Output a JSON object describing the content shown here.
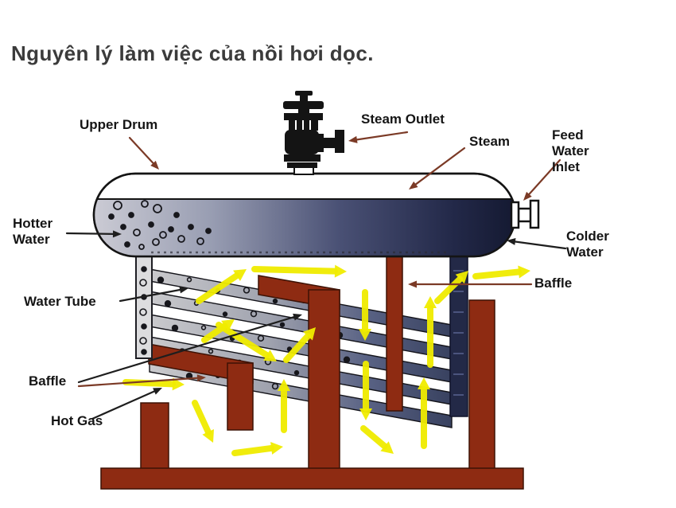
{
  "title": "Nguyên lý làm việc của nồi hơi dọc.",
  "diagram": {
    "labels": {
      "upper_drum": "Upper Drum",
      "steam_outlet": "Steam Outlet",
      "steam": "Steam",
      "feed_water_inlet": "Feed Water Inlet",
      "hotter_water": "Hotter Water",
      "colder_water": "Colder Water",
      "water_tube": "Water Tube",
      "baffle_left": "Baffle",
      "baffle_right": "Baffle",
      "hot_gas": "Hot Gas"
    },
    "colors": {
      "brick_baffle": "#8e2b12",
      "drum_navy": "#161b38",
      "water_light": "#c9c9d2",
      "tube_slate": "#38415f",
      "gas_arrow_yellow": "#f0ec00",
      "pointer_black": "#1e1e1e",
      "pointer_brown": "#7b3a26",
      "title_text": "#3b3b3b",
      "label_text": "#151515"
    }
  }
}
